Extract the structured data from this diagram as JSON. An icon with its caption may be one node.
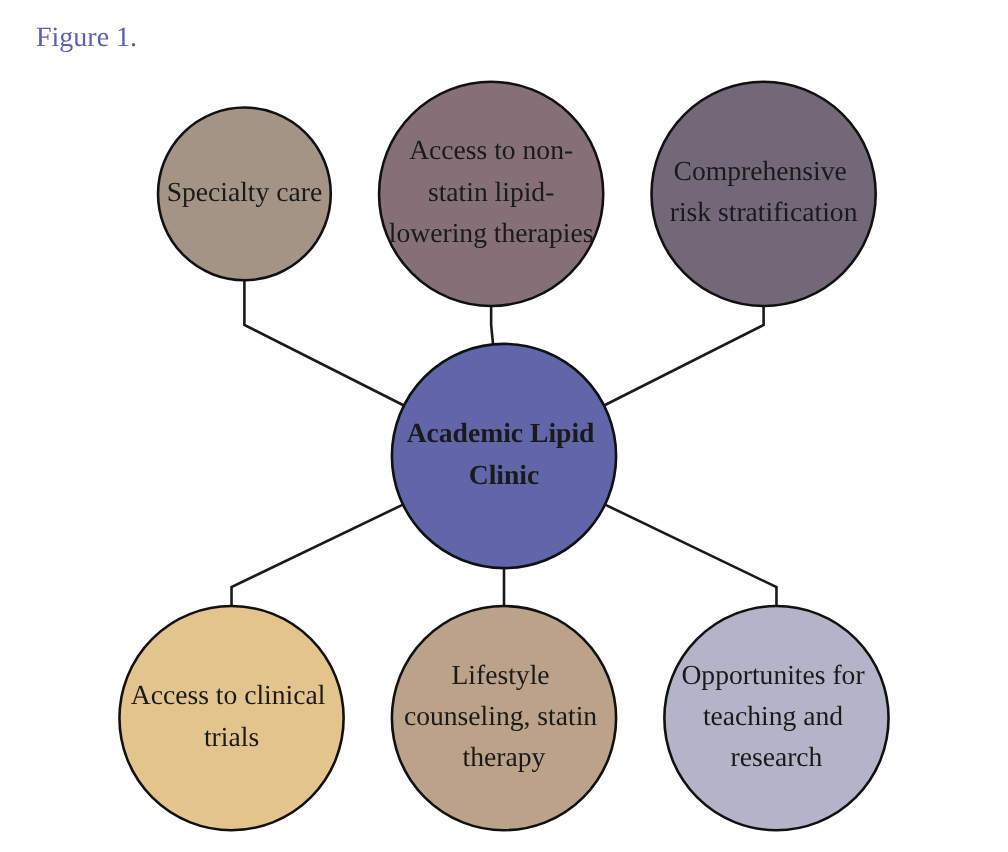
{
  "diagram": {
    "title": "Figure 1.",
    "nodes": [
      {
        "text": [
          "Specialty care"
        ]
      },
      {
        "text": [
          "Access to non-statin lipid-lowering therapies"
        ]
      },
      {
        "text": [
          "Comprehensive risk stratification"
        ]
      },
      {
        "text": [
          "Academic Lipid Clinic"
        ]
      },
      {
        "text": [
          "Access to clinical trials"
        ]
      },
      {
        "text": [
          "Lifestyle counseling, statin therapy"
        ]
      },
      {
        "text": [
          "Opportunites for teaching and research"
        ]
      }
    ],
    "edges": [
      {
        "from": 0,
        "to": 3,
        "arrow": "none"
      },
      {
        "from": 1,
        "to": 3,
        "arrow": "none"
      },
      {
        "from": 2,
        "to": 3,
        "arrow": "none"
      },
      {
        "from": 3,
        "to": 4,
        "arrow": "none"
      },
      {
        "from": 3,
        "to": 5,
        "arrow": "none"
      },
      {
        "from": 3,
        "to": 6,
        "arrow": "none"
      }
    ]
  }
}
